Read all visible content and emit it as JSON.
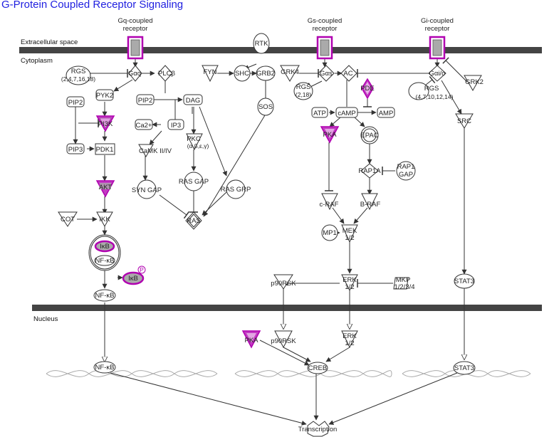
{
  "title": "G-Protein Coupled Receptor Signaling",
  "regions": {
    "extracellular": "Extracellular space",
    "cytoplasm": "Cytoplasm",
    "nucleus": "Nucleus"
  },
  "receptors": {
    "gq": [
      "Gq-coupled",
      "receptor"
    ],
    "gs": [
      "Gs-coupled",
      "receptor"
    ],
    "gi": [
      "Gi-coupled",
      "receptor"
    ]
  },
  "nodes": {
    "rgs1": [
      "RGS",
      "(2,4,7,16,18)"
    ],
    "gaq": "Gαq",
    "plcb": "PLCβ",
    "pyk2": "PYK2",
    "pip2a": "PIP2",
    "pi3k": "PI3K",
    "pip3": "PIP3",
    "pdk1": "PDK1",
    "akt": "AKT",
    "cot": "COT",
    "ikk": "IKK",
    "ikb1": "IκB",
    "nfkb1": "NF-κB",
    "ikb2": "IκB",
    "p_label": "P",
    "nfkb2": "NF-κB",
    "rtk": "RTK",
    "fyn": "FYN",
    "shc": "SHC",
    "grb2": "GRB2",
    "sos": "SOS",
    "pip2b": "PIP2",
    "dag": "DAG",
    "ca2": "Ca2+",
    "ip3": "IP3",
    "pkc": [
      "PKC",
      "(α,β,ε,γ)"
    ],
    "camk": "CaMK II/IV",
    "syngap": "SYN GAP",
    "rasgap": "RAS GAP",
    "rasgrp": "RAS GRP",
    "ras": "RAS",
    "grk4": "GRK4",
    "gas": "Gαs",
    "ac": "AC",
    "rgs2": [
      "RGS",
      "(2,18)"
    ],
    "pde": "PDE",
    "atp": "ATP",
    "camp": "cAMP",
    "amp": "AMP",
    "pka1": "PKA",
    "epac": "EPAC",
    "rap1a": "RAP1A",
    "rap1gap": [
      "RAP1",
      "GAP"
    ],
    "craf": "c-RAF",
    "braf": "B-RAF",
    "mp1": "MP1",
    "mek": [
      "MEK",
      "1/2"
    ],
    "gaio": "Gαi/o",
    "rgs3": [
      "RGS",
      "(4,7,10,12,14)"
    ],
    "grk2": "GRK2",
    "src": "SRC",
    "p90rsk1": "p90RSK",
    "erk1": [
      "ERK",
      "1/2"
    ],
    "mkp": [
      "MKP",
      "1/2/3/4"
    ],
    "stat3a": "STAT3",
    "nfkb3": "NF-κB",
    "pka2": "PKA",
    "p90rsk2": "p90RSK",
    "erk2": [
      "ERK",
      "1/2"
    ],
    "creb": "CREB",
    "stat3b": "STAT3",
    "transcription": "Transcription"
  },
  "colors": {
    "title": "#2020e0",
    "membrane": "#444444",
    "highlight": "#b000b0",
    "highlight_fill": "#c23bc2",
    "receptor_core": "#aaaaaa",
    "line": "#333333"
  }
}
